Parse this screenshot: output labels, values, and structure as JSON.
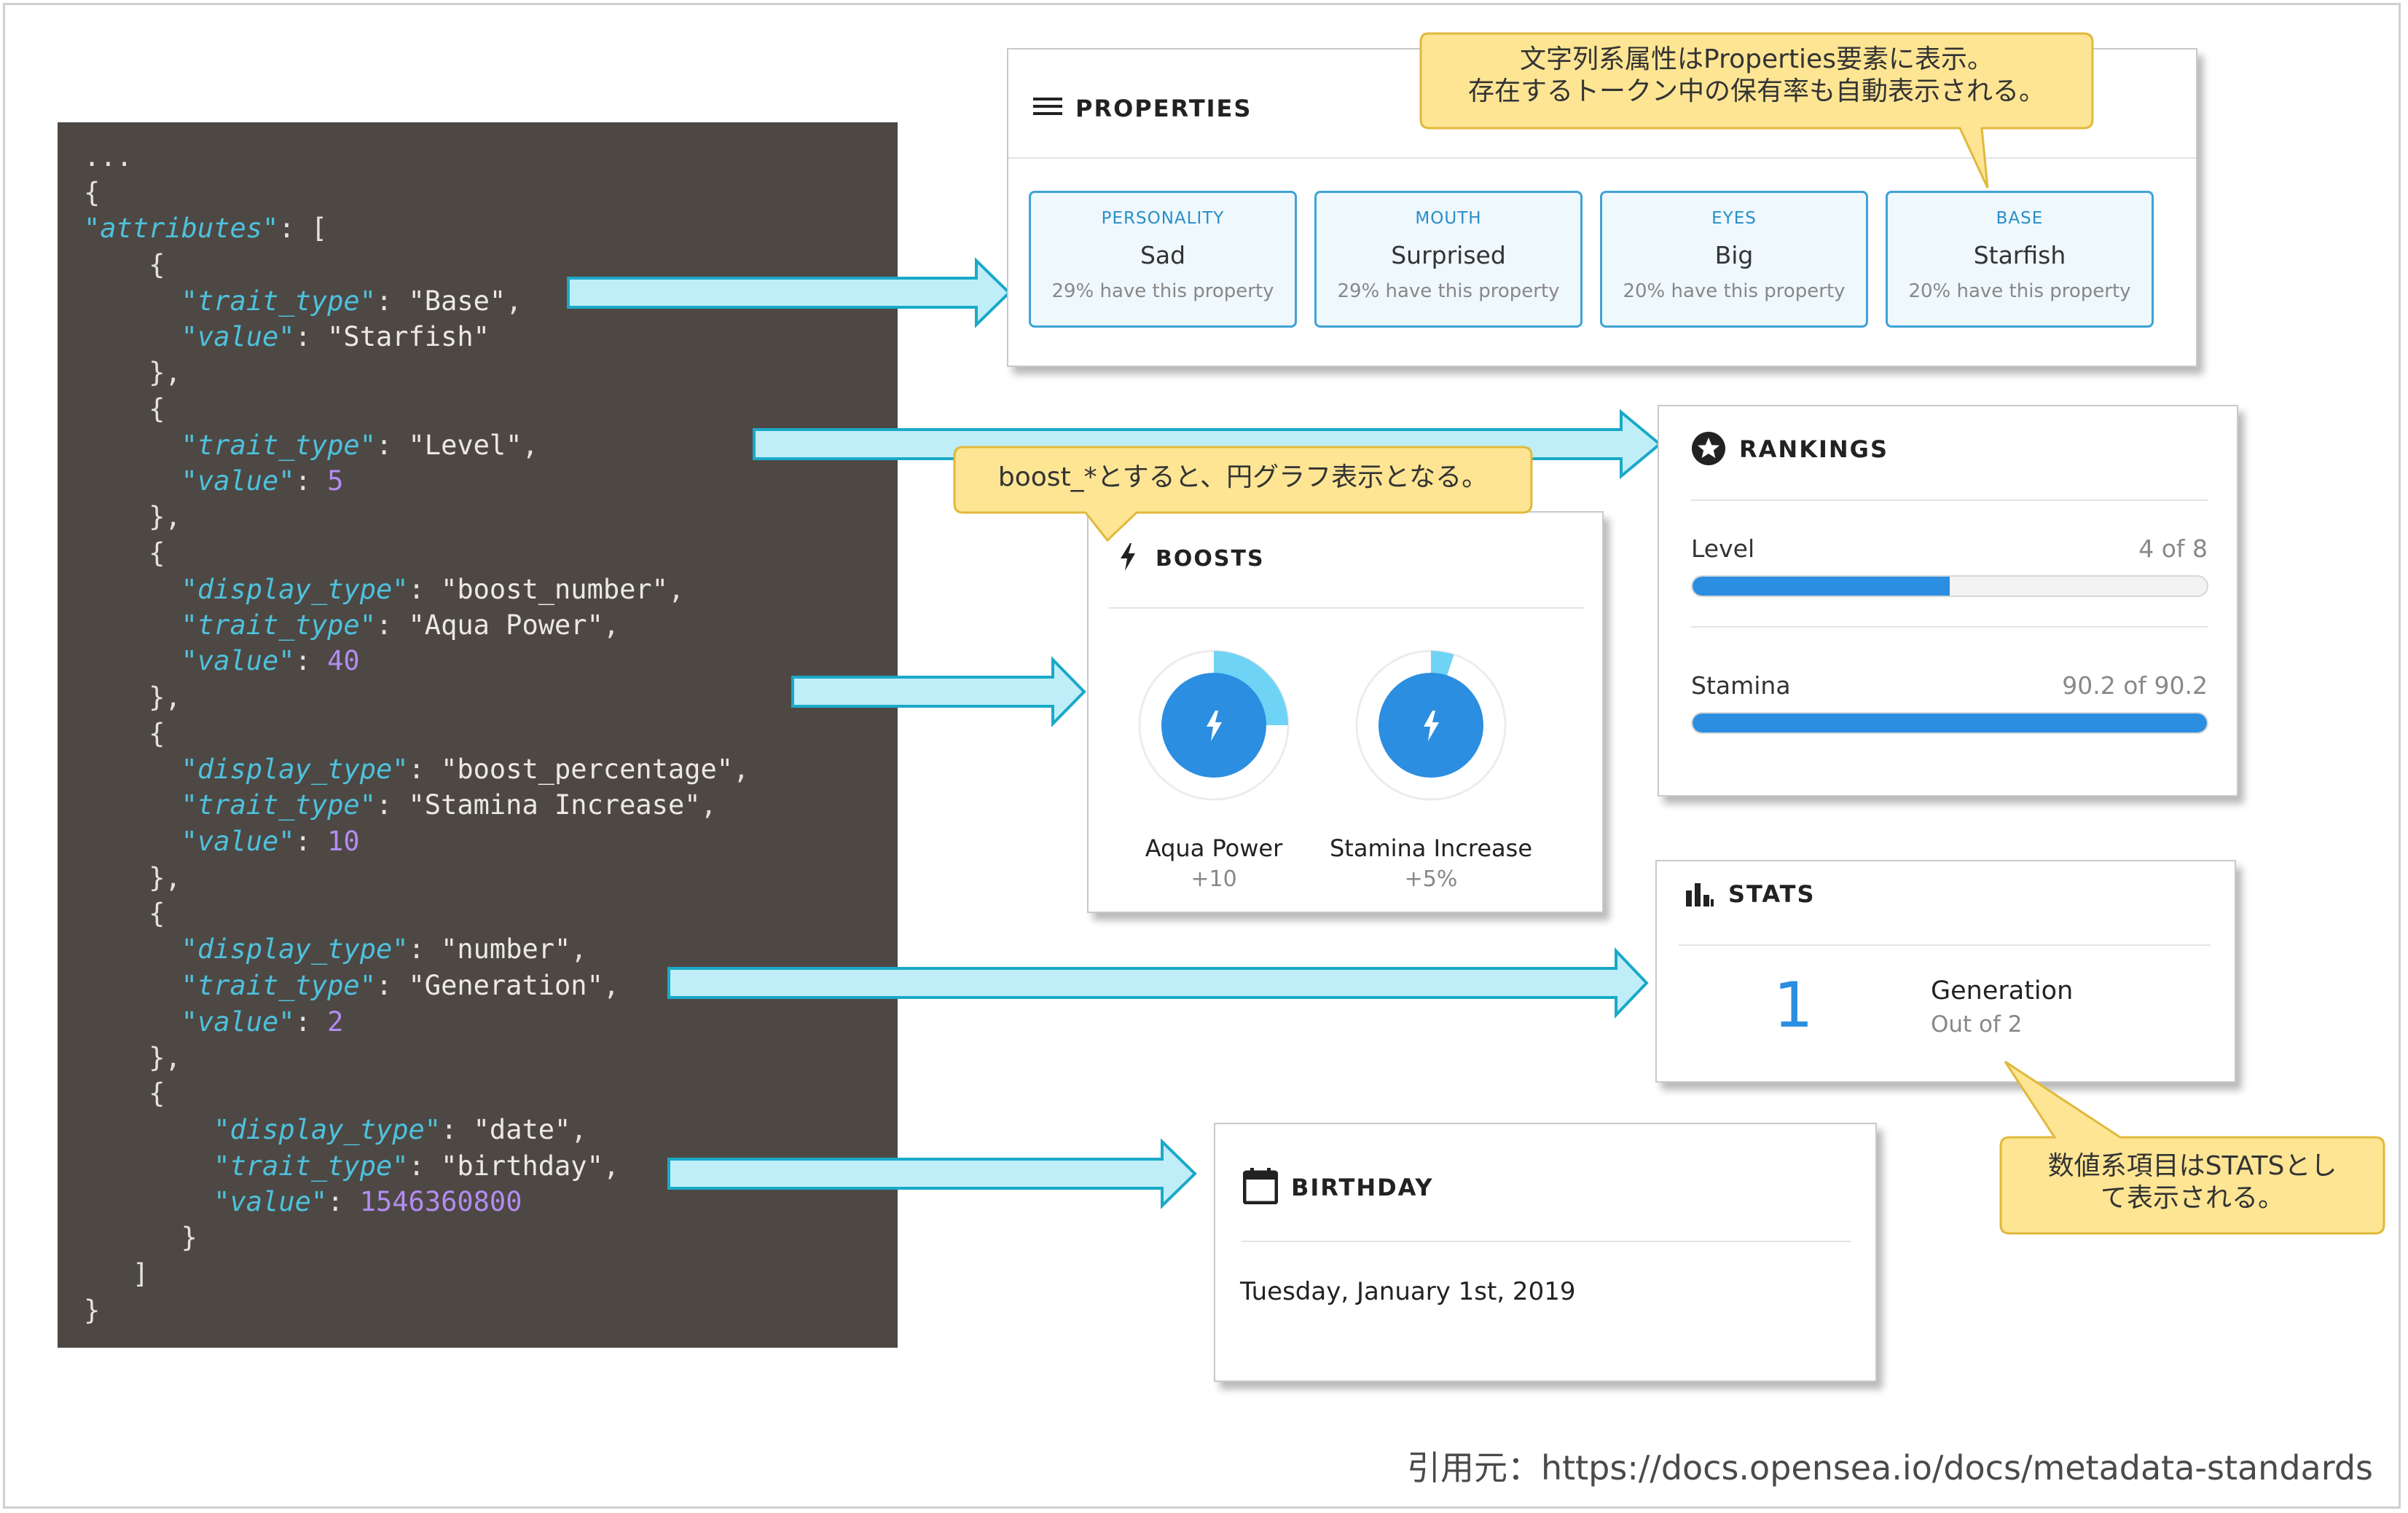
{
  "code": {
    "lines": [
      [
        {
          "t": "..."
        }
      ],
      [
        {
          "t": "{"
        }
      ],
      [
        {
          "t": "\"attributes\"",
          "c": "k"
        },
        {
          "t": ": ["
        }
      ],
      [
        {
          "t": "    {"
        }
      ],
      [
        {
          "t": "      "
        },
        {
          "t": "\"trait_type\"",
          "c": "k"
        },
        {
          "t": ": "
        },
        {
          "t": "\"Base\"",
          "c": "s"
        },
        {
          "t": ","
        }
      ],
      [
        {
          "t": "      "
        },
        {
          "t": "\"value\"",
          "c": "k"
        },
        {
          "t": ": "
        },
        {
          "t": "\"Starfish\"",
          "c": "s"
        }
      ],
      [
        {
          "t": "    },"
        }
      ],
      [
        {
          "t": "    {"
        }
      ],
      [
        {
          "t": "      "
        },
        {
          "t": "\"trait_type\"",
          "c": "k"
        },
        {
          "t": ": "
        },
        {
          "t": "\"Level\"",
          "c": "s"
        },
        {
          "t": ","
        }
      ],
      [
        {
          "t": "      "
        },
        {
          "t": "\"value\"",
          "c": "k"
        },
        {
          "t": ": "
        },
        {
          "t": "5",
          "c": "n"
        }
      ],
      [
        {
          "t": "    },"
        }
      ],
      [
        {
          "t": "    {"
        }
      ],
      [
        {
          "t": "      "
        },
        {
          "t": "\"display_type\"",
          "c": "k"
        },
        {
          "t": ": "
        },
        {
          "t": "\"boost_number\"",
          "c": "s"
        },
        {
          "t": ","
        }
      ],
      [
        {
          "t": "      "
        },
        {
          "t": "\"trait_type\"",
          "c": "k"
        },
        {
          "t": ": "
        },
        {
          "t": "\"Aqua Power\"",
          "c": "s"
        },
        {
          "t": ","
        }
      ],
      [
        {
          "t": "      "
        },
        {
          "t": "\"value\"",
          "c": "k"
        },
        {
          "t": ": "
        },
        {
          "t": "40",
          "c": "n"
        }
      ],
      [
        {
          "t": "    },"
        }
      ],
      [
        {
          "t": "    {"
        }
      ],
      [
        {
          "t": "      "
        },
        {
          "t": "\"display_type\"",
          "c": "k"
        },
        {
          "t": ": "
        },
        {
          "t": "\"boost_percentage\"",
          "c": "s"
        },
        {
          "t": ","
        }
      ],
      [
        {
          "t": "      "
        },
        {
          "t": "\"trait_type\"",
          "c": "k"
        },
        {
          "t": ": "
        },
        {
          "t": "\"Stamina Increase\"",
          "c": "s"
        },
        {
          "t": ","
        }
      ],
      [
        {
          "t": "      "
        },
        {
          "t": "\"value\"",
          "c": "k"
        },
        {
          "t": ": "
        },
        {
          "t": "10",
          "c": "n"
        }
      ],
      [
        {
          "t": "    },"
        }
      ],
      [
        {
          "t": "    {"
        }
      ],
      [
        {
          "t": "      "
        },
        {
          "t": "\"display_type\"",
          "c": "k"
        },
        {
          "t": ": "
        },
        {
          "t": "\"number\"",
          "c": "s"
        },
        {
          "t": ","
        }
      ],
      [
        {
          "t": "      "
        },
        {
          "t": "\"trait_type\"",
          "c": "k"
        },
        {
          "t": ": "
        },
        {
          "t": "\"Generation\"",
          "c": "s"
        },
        {
          "t": ","
        }
      ],
      [
        {
          "t": "      "
        },
        {
          "t": "\"value\"",
          "c": "k"
        },
        {
          "t": ": "
        },
        {
          "t": "2",
          "c": "n"
        }
      ],
      [
        {
          "t": "    },"
        }
      ],
      [
        {
          "t": "    {"
        }
      ],
      [
        {
          "t": "        "
        },
        {
          "t": "\"display_type\"",
          "c": "k"
        },
        {
          "t": ": "
        },
        {
          "t": "\"date\"",
          "c": "s"
        },
        {
          "t": ","
        }
      ],
      [
        {
          "t": "        "
        },
        {
          "t": "\"trait_type\"",
          "c": "k"
        },
        {
          "t": ": "
        },
        {
          "t": "\"birthday\"",
          "c": "s"
        },
        {
          "t": ","
        }
      ],
      [
        {
          "t": "        "
        },
        {
          "t": "\"value\"",
          "c": "k"
        },
        {
          "t": ": "
        },
        {
          "t": "1546360800",
          "c": "n"
        }
      ],
      [
        {
          "t": "      }"
        }
      ],
      [
        {
          "t": "   ]"
        }
      ],
      [
        {
          "t": "}"
        }
      ]
    ]
  },
  "properties": {
    "title": "PROPERTIES",
    "items": [
      {
        "type": "PERSONALITY",
        "value": "Sad",
        "rarity": "29% have this property"
      },
      {
        "type": "MOUTH",
        "value": "Surprised",
        "rarity": "29% have this property"
      },
      {
        "type": "EYES",
        "value": "Big",
        "rarity": "20% have this property"
      },
      {
        "type": "BASE",
        "value": "Starfish",
        "rarity": "20% have this property"
      }
    ]
  },
  "rankings": {
    "title": "RANKINGS",
    "items": [
      {
        "label": "Level",
        "value_text": "4 of 8",
        "fraction": 0.5
      },
      {
        "label": "Stamina",
        "value_text": "90.2 of 90.2",
        "fraction": 1.0
      }
    ]
  },
  "boosts": {
    "title": "BOOSTS",
    "items": [
      {
        "name": "Aqua Power",
        "value": "+10",
        "fraction": 0.25
      },
      {
        "name": "Stamina Increase",
        "value": "+5%",
        "fraction": 0.05
      }
    ]
  },
  "stats": {
    "title": "STATS",
    "number": "1",
    "name": "Generation",
    "sub": "Out of 2"
  },
  "birthday": {
    "title": "BIRTHDAY",
    "date": "Tuesday, January 1st, 2019"
  },
  "callouts": {
    "properties": [
      "文字列系属性はProperties要素に表示。",
      "存在するトークン中の保有率も自動表示される。"
    ],
    "boosts": [
      "boost_*とすると、円グラフ表示となる。"
    ],
    "stats": [
      "数値系項目はSTATSとし",
      "て表示される。"
    ]
  },
  "colors": {
    "accent": "#2b8ee0",
    "arrow_fill": "#bfeef8",
    "arrow_stroke": "#1aa9c8",
    "callout_fill": "#fde594",
    "callout_stroke": "#e0b93c"
  },
  "source": "引用元：https://docs.opensea.io/docs/metadata-standards"
}
